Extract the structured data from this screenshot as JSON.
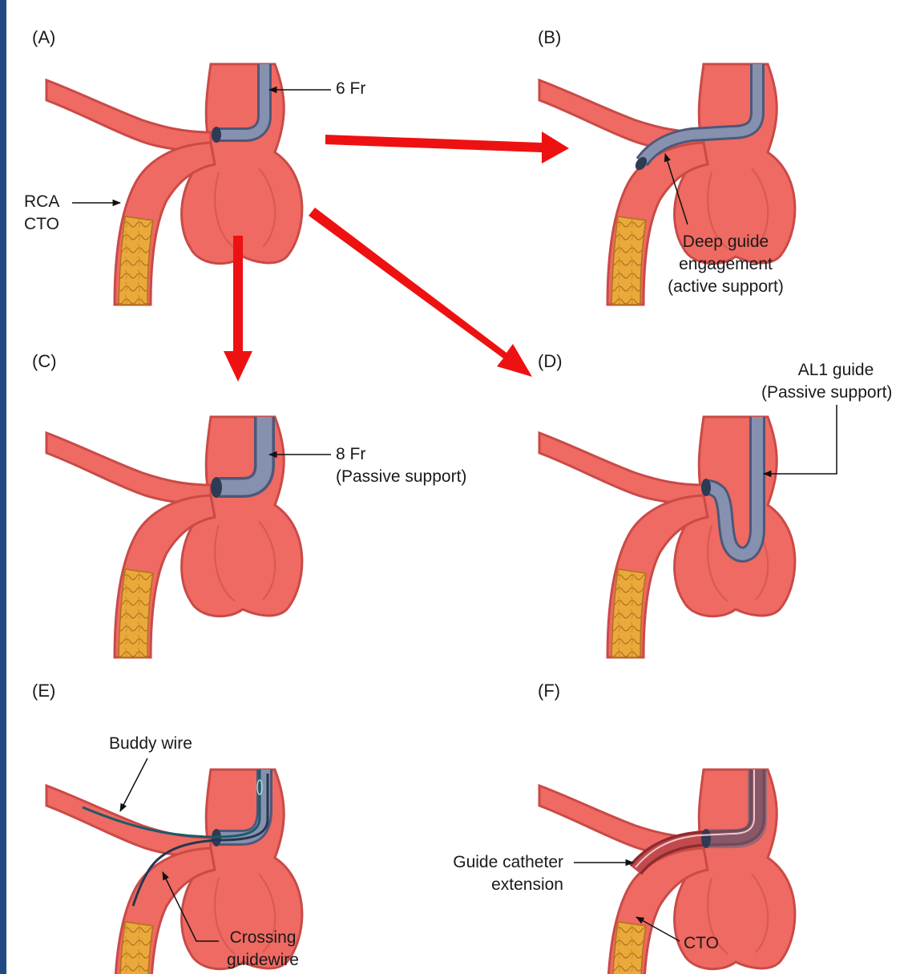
{
  "panels": {
    "A": {
      "letter": "(A)",
      "label_6fr": "6 Fr",
      "label_rca": "RCA",
      "label_cto": "CTO"
    },
    "B": {
      "letter": "(B)",
      "line1": "Deep guide",
      "line2": "engagement",
      "line3": "(active support)"
    },
    "C": {
      "letter": "(C)",
      "line1": "8 Fr",
      "line2": "(Passive support)"
    },
    "D": {
      "letter": "(D)",
      "line1": "AL1 guide",
      "line2": "(Passive support)"
    },
    "E": {
      "letter": "(E)",
      "buddy": "Buddy wire",
      "crossing1": "Crossing",
      "crossing2": "guidewire"
    },
    "F": {
      "letter": "(F)",
      "ext1": "Guide catheter",
      "ext2": "extension",
      "cto": "CTO"
    }
  },
  "colors": {
    "artery": "#ee6a62",
    "artery_wall": "#c94a47",
    "lumen": "#e36460",
    "catheter": "#7d8aa8",
    "catheter_dark": "#4d5878",
    "plaque": "#e8a53a",
    "plaque_line": "#a96b17",
    "arrow_red": "#ee1111",
    "background_frame": "#1f4b82"
  }
}
